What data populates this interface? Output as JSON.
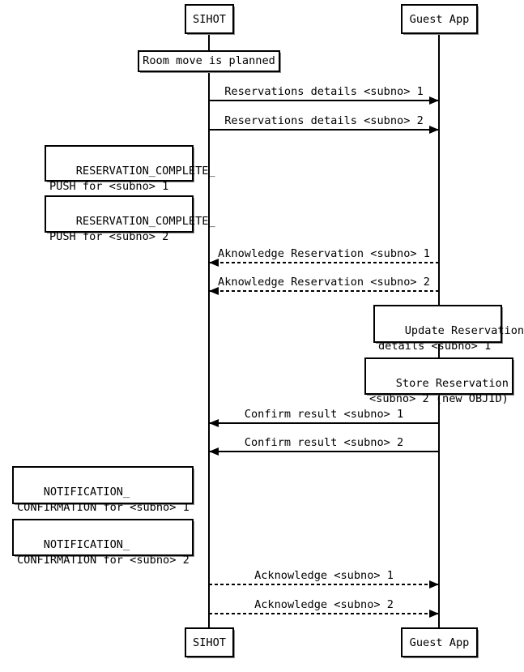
{
  "actors": {
    "sihot": {
      "label": "SIHOT"
    },
    "guest_app": {
      "label": "Guest App"
    }
  },
  "notes": {
    "room_move": "Room move is planned",
    "reservation_complete_1": "RESERVATION_COMPLETE_\nPUSH for <subno> 1",
    "reservation_complete_2": "RESERVATION_COMPLETE_\nPUSH for <subno> 2",
    "update_reservation": "Update Reservation\ndetails <subno> 1",
    "store_reservation": "Store Reservation\n<subno> 2 (new OBJID)",
    "notification_confirmation_1": "NOTIFICATION_\nCONFIRMATION for <subno> 1",
    "notification_confirmation_2": "NOTIFICATION_\nCONFIRMATION for <subno> 2"
  },
  "messages": [
    {
      "text": "Reservations details <subno> 1",
      "from": "SIHOT",
      "to": "Guest App",
      "line": "solid"
    },
    {
      "text": "Reservations details <subno> 2",
      "from": "SIHOT",
      "to": "Guest App",
      "line": "solid"
    },
    {
      "text": "Aknowledge Reservation <subno> 1",
      "from": "Guest App",
      "to": "SIHOT",
      "line": "dashed"
    },
    {
      "text": "Aknowledge Reservation <subno> 2",
      "from": "Guest App",
      "to": "SIHOT",
      "line": "dashed"
    },
    {
      "text": "Confirm result <subno> 1",
      "from": "Guest App",
      "to": "SIHOT",
      "line": "solid"
    },
    {
      "text": "Confirm result <subno> 2",
      "from": "Guest App",
      "to": "SIHOT",
      "line": "solid"
    },
    {
      "text": "Acknowledge <subno> 1",
      "from": "SIHOT",
      "to": "Guest App",
      "line": "dashed"
    },
    {
      "text": "Acknowledge <subno> 2",
      "from": "SIHOT",
      "to": "Guest App",
      "line": "dashed"
    }
  ],
  "colors": {
    "line": "#000000",
    "background": "#ffffff",
    "box_fill": "#ffffff",
    "shadow": "#8a8a8a"
  }
}
